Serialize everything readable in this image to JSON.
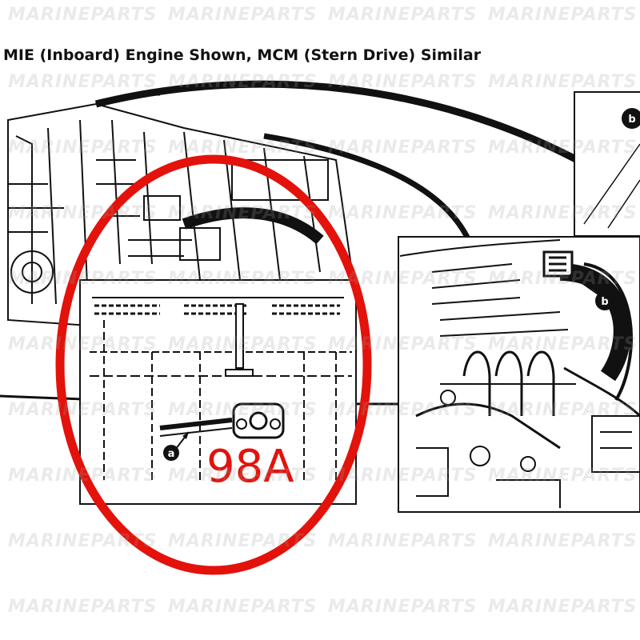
{
  "caption": "MIE (Inboard) Engine Shown, MCM (Stern Drive) Similar",
  "part_number": "98A",
  "callouts": {
    "a": "a",
    "b_top": "b",
    "b_detail": "b"
  },
  "watermark": "MARINEPARTS",
  "colors": {
    "highlight": "#e3120b",
    "line": "#111111"
  }
}
